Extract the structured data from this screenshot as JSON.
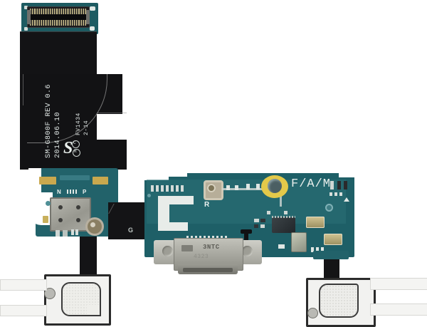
{
  "photo": {
    "subject": "Samsung Galaxy S5 Mini SM-G800F charging port flex cable",
    "background_color": "#ffffff"
  },
  "colors": {
    "pcb_teal": "#1e5c63",
    "pcb_teal_light": "#2f757b",
    "flex_black": "#121214",
    "silkscreen_white": "#e4ebe8",
    "metal_silver": "#c8c8c2",
    "pad_gold": "#c9a84e",
    "ring_yellow": "#e3c94a"
  },
  "silkscreen": {
    "part_number": "SM-G800F REV 0.6",
    "date_code": "2014.06.10",
    "lot_code": "FV1434",
    "batch_code": "2-14",
    "logo_mark": "S",
    "cert_mark_1": "C",
    "cert_mark_2": "R"
  },
  "board_labels": {
    "antenna_label": "F/A/M",
    "rf_label": "R",
    "ground_label": "G",
    "mic_neg_label": "N",
    "mic_pos_label": "P"
  },
  "connector": {
    "brand_mark": "NTC",
    "mold_code": "3NTC",
    "serial_code": "4323",
    "type": "micro-usb-3.0-port"
  },
  "components": {
    "btb_connector": "board-to-board-connector",
    "rf_coax": "rf-coaxial-connector",
    "antenna_contact": "spring-antenna-contact",
    "microphone": "microphone-module",
    "speaker_left": "speaker-mesh-module",
    "speaker_right": "speaker-mesh-module"
  }
}
